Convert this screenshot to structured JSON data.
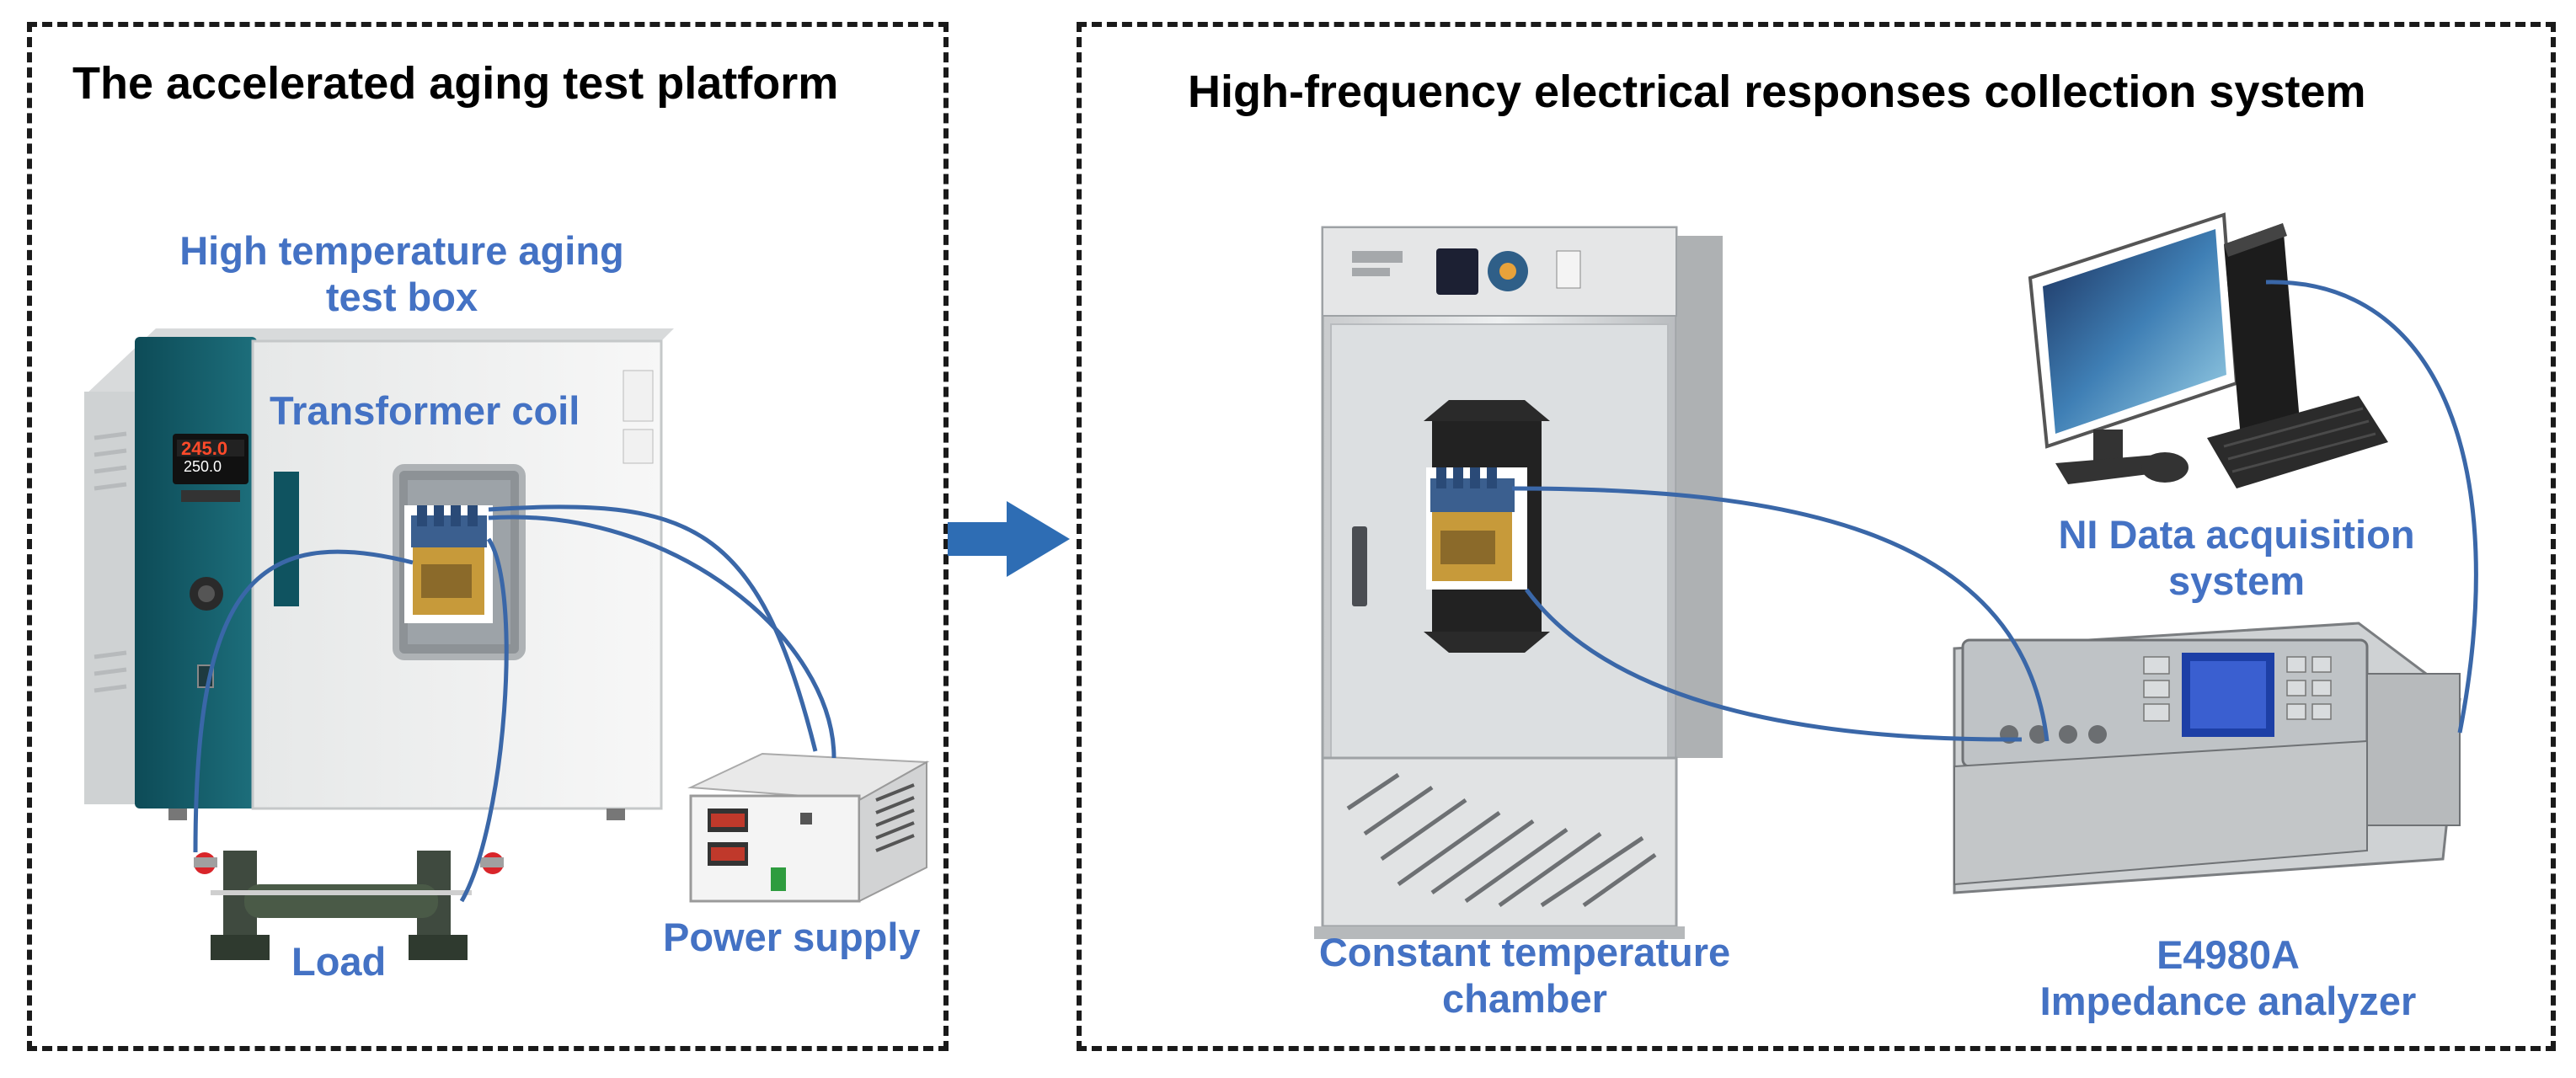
{
  "panels": {
    "left": {
      "title": "The accelerated aging test platform",
      "labels": {
        "oven": [
          "High temperature aging",
          "test box"
        ],
        "coil": "Transformer coil",
        "load": "Load",
        "power": "Power supply"
      },
      "oven_display": {
        "top": "245.0",
        "bottom": "250.0"
      }
    },
    "right": {
      "title": "High-frequency electrical responses collection system",
      "labels": {
        "chamber": [
          "Constant temperature",
          "chamber"
        ],
        "daq": [
          "NI Data acquisition",
          "system"
        ],
        "analyzer": [
          "E4980A",
          "Impedance analyzer"
        ]
      }
    }
  },
  "colors": {
    "label": "#4472c4",
    "wire": "#3a67a8",
    "arrow": "#2e6db4",
    "border": "#1a1a1a"
  }
}
